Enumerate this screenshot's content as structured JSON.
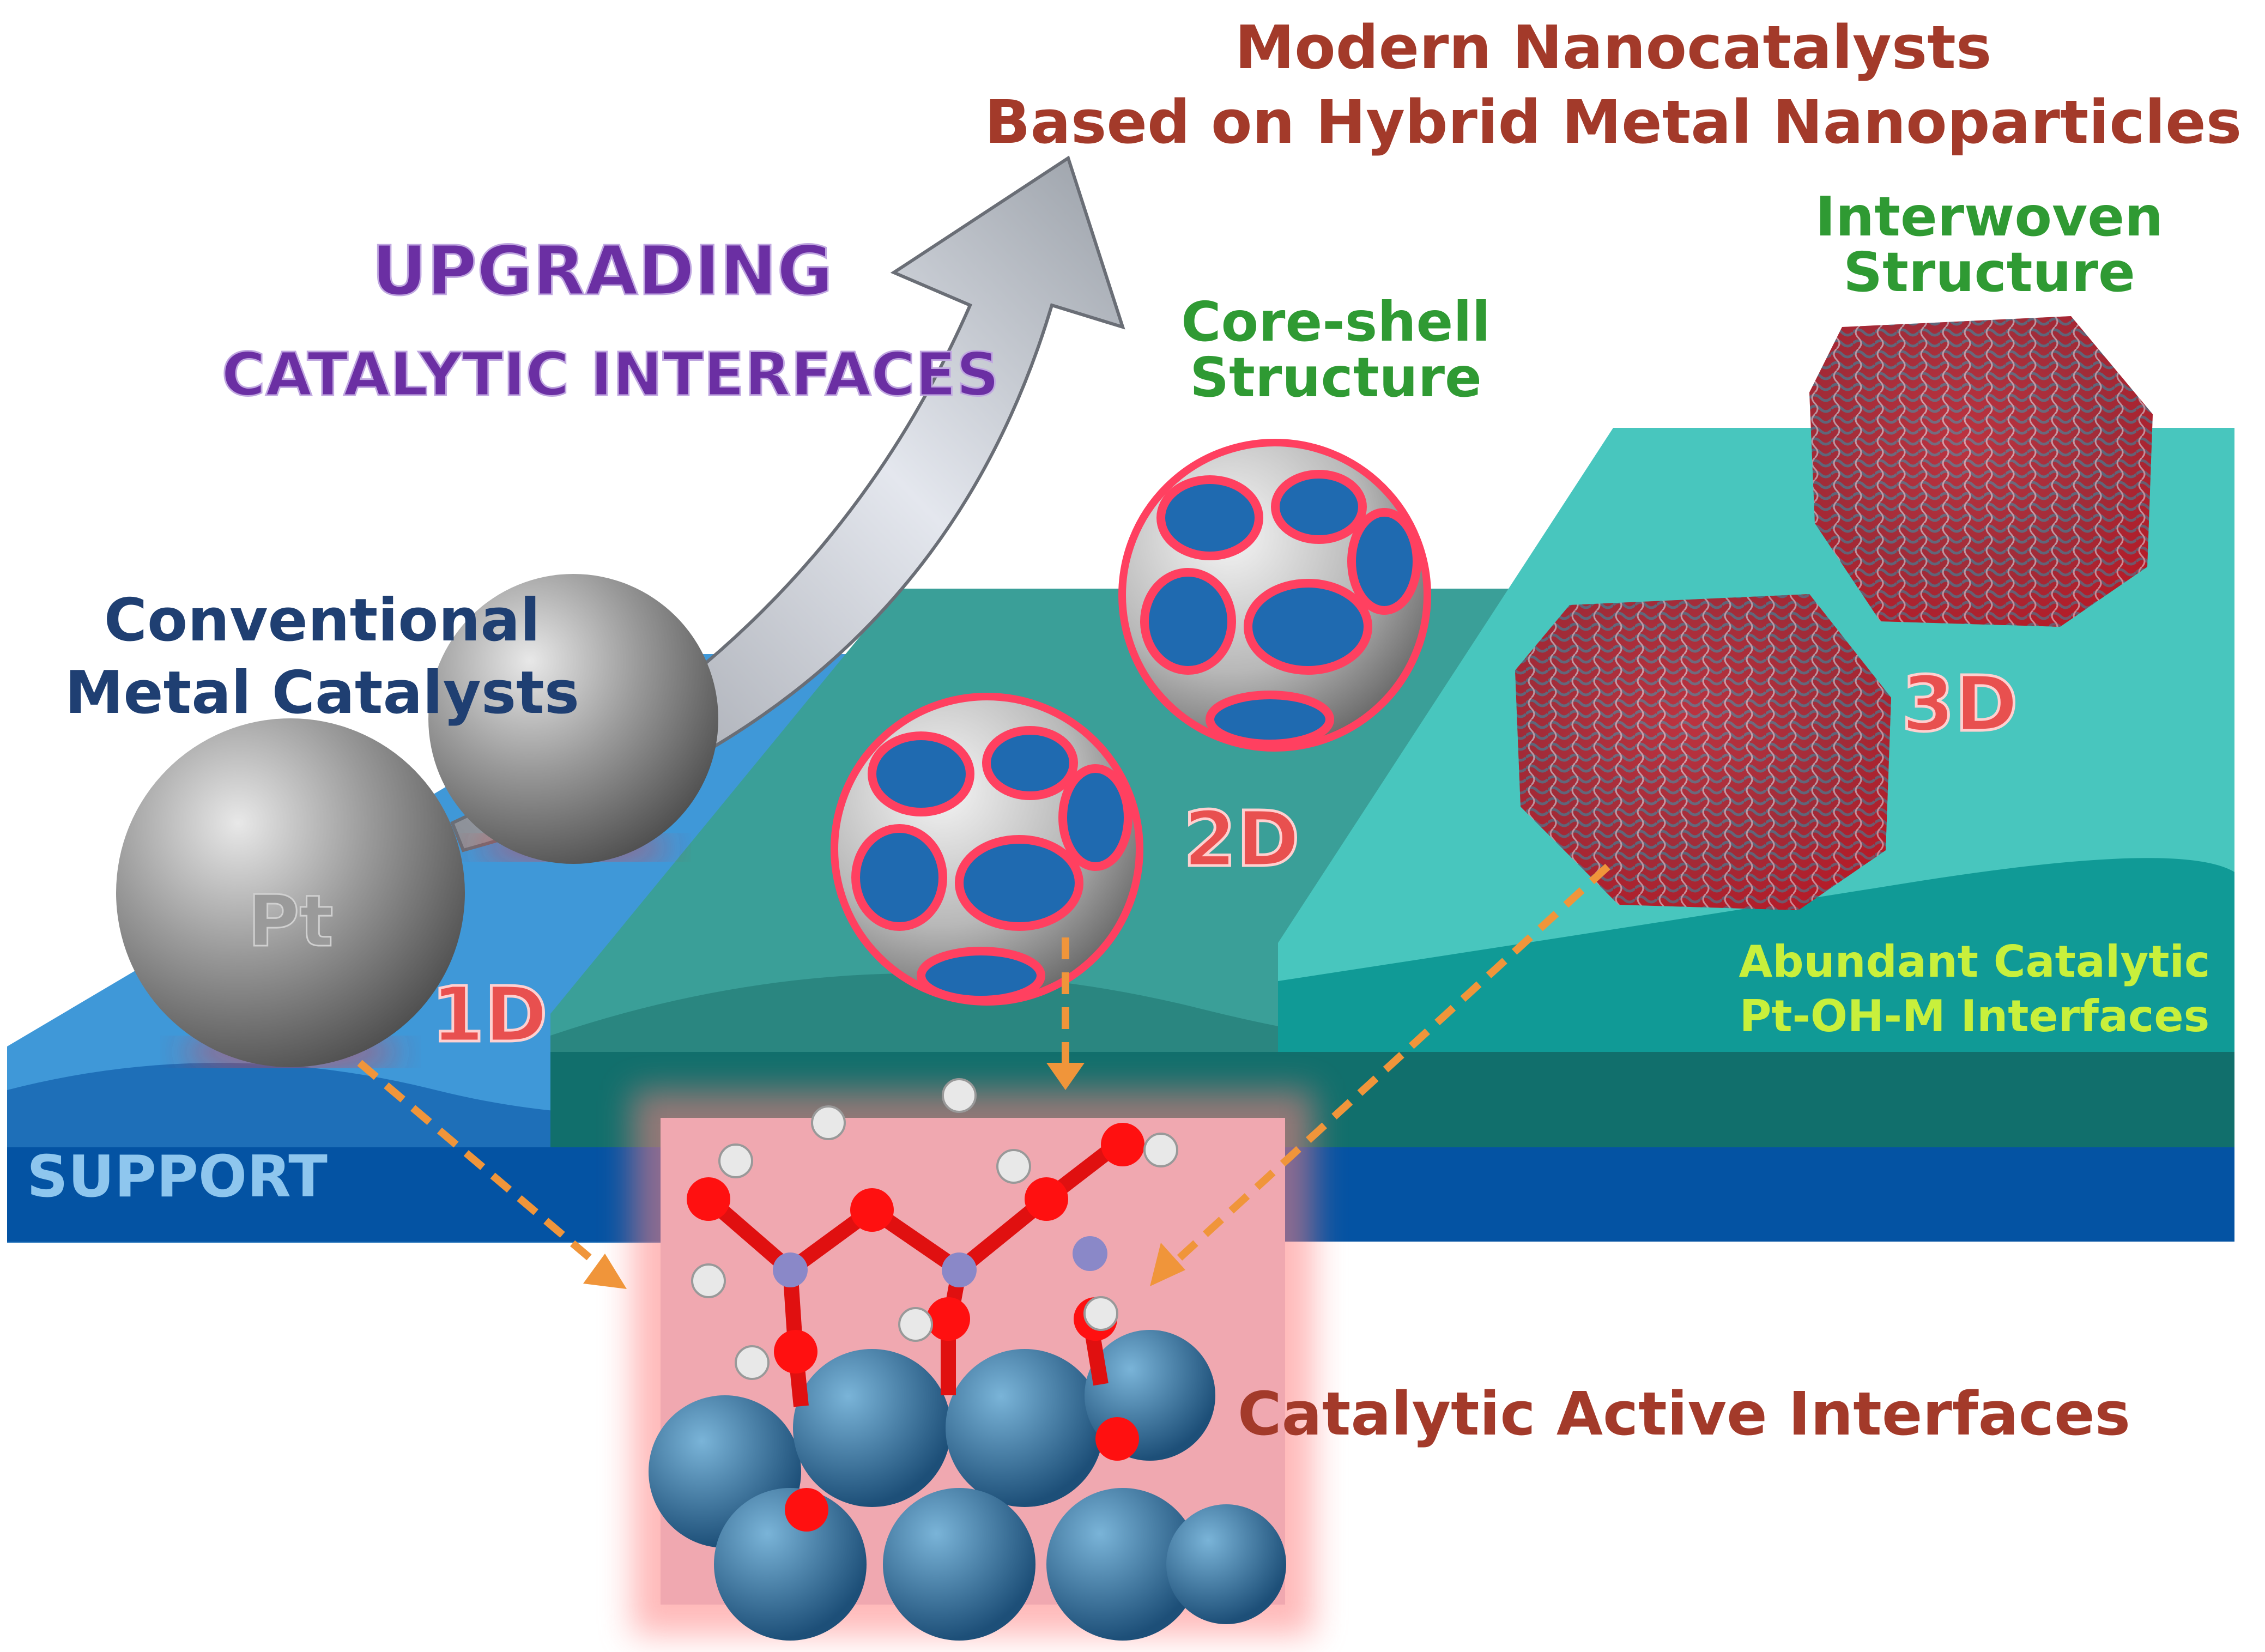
{
  "title": {
    "line1": "Modern Nanocatalysts",
    "line2": "Based on Hybrid Metal Nanoparticles"
  },
  "upgrading": {
    "line1": "UPGRADING",
    "line2": "CATALYTIC INTERFACES"
  },
  "conventional": {
    "line1": "Conventional",
    "line2": "Metal Catalysts",
    "particle_label": "Pt",
    "dimension": "1D"
  },
  "core_shell": {
    "line1": "Core-shell",
    "line2": "Structure",
    "dimension": "2D"
  },
  "interwoven": {
    "line1": "Interwoven",
    "line2": "Structure",
    "dimension": "3D"
  },
  "support_label": "SUPPORT",
  "abundant": {
    "line1": "Abundant Catalytic",
    "line2": "Pt-OH-M Interfaces"
  },
  "active_interfaces": "Catalytic Active Interfaces",
  "colors": {
    "title": "#a33a2a",
    "upgrading": "#6b2fa3",
    "structure_label": "#2f9a33",
    "conventional": "#1f3f72",
    "dimension": "#e8504f",
    "abundant": "#c8f03c",
    "support_band": "#0453a3",
    "arrow": "#f0953a"
  }
}
